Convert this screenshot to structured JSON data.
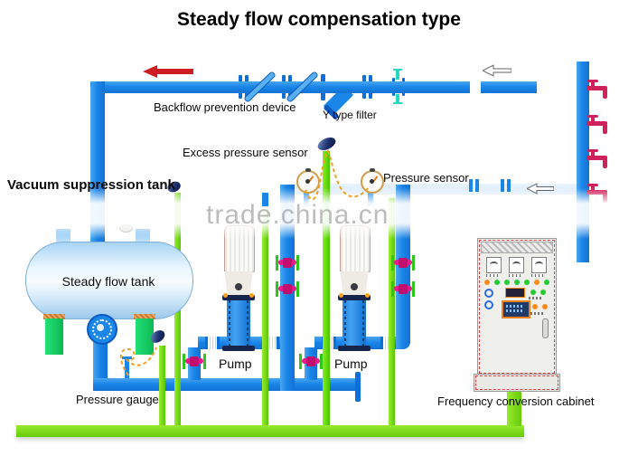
{
  "title": "Steady flow compensation type",
  "watermark": "trade.china.cn",
  "labels": {
    "backflow_device": "Backflow prevention device",
    "y_filter": "Y type filter",
    "excess_pressure_sensor": "Excess pressure sensor",
    "pressure_sensor": "Pressure sensor",
    "vacuum_tank": "Vacuum suppression tank",
    "steady_tank": "Steady flow tank",
    "pump_left": "Pump",
    "pump_right": "Pump",
    "pressure_gauge": "Pressure gauge",
    "cabinet": "Frequency conversion cabinet"
  },
  "colors": {
    "pipe_blue": "#1a86e8",
    "flange_blue": "#0d6fd8",
    "pipe_green": "#6ed40e",
    "leg_green": "#12c962",
    "arrow_red": "#cf1d24",
    "faucet_red": "#d0215a",
    "valve_magenta": "#e8198b",
    "valve_green": "#2fc51f",
    "sensor_wire_orange": "#f0a020",
    "cabinet_accent_red": "#e04040",
    "watermark_gray": "#b5b5b5"
  }
}
